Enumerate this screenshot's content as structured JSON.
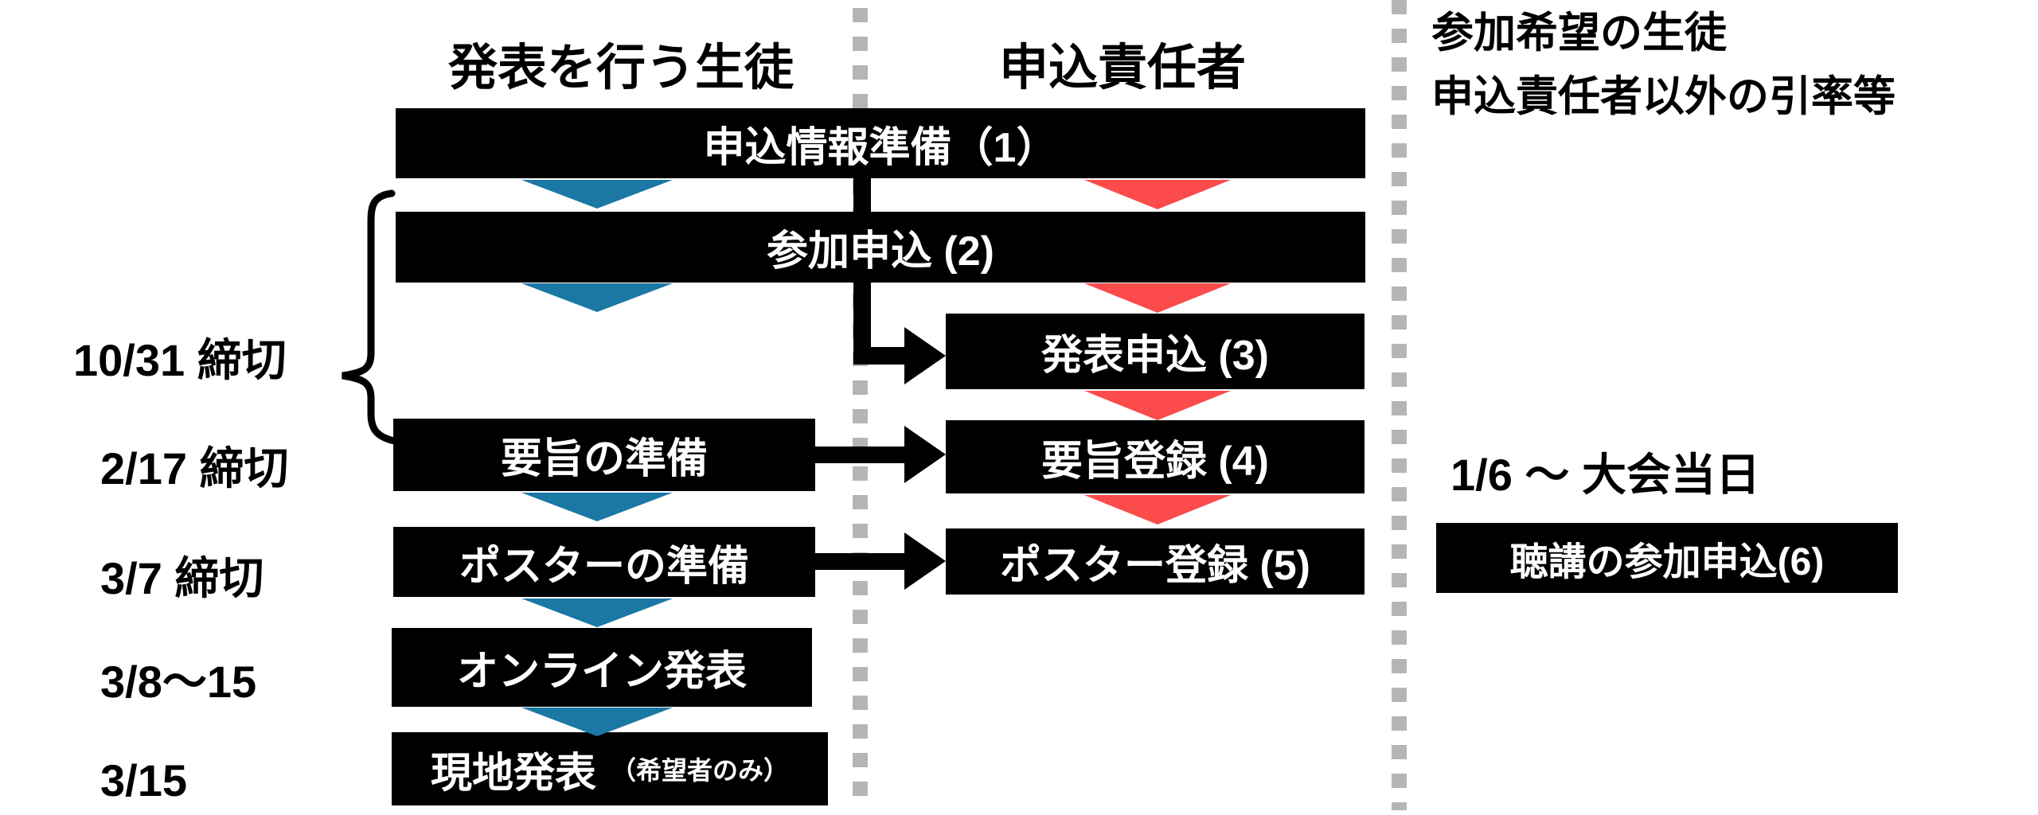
{
  "headers": {
    "presenters": "発表を行う生徒",
    "manager": "申込責任者",
    "audience_line1": "参加希望の生徒",
    "audience_line2": "申込責任者以外の引率等"
  },
  "steps": {
    "prepare_info": "申込情報準備（1）",
    "participation_apply": "参加申込 (2)",
    "presentation_apply": "発表申込 (3)",
    "abstract_prepare": "要旨の準備",
    "abstract_register": "要旨登録 (4)",
    "poster_prepare": "ポスターの準備",
    "poster_register": "ポスター登録 (5)",
    "online_presentation": "オンライン発表",
    "onsite_presentation": "現地発表",
    "onsite_note": "（希望者のみ）",
    "audience_apply": "聴講の参加申込(6)"
  },
  "deadlines": {
    "row23": "10/31 締切",
    "row4": "2/17 締切",
    "row5": "3/7 締切",
    "row6": "3/8〜15",
    "row7": "3/15",
    "audience_period": "1/6 〜 大会当日"
  },
  "colors": {
    "box_black": "#000000",
    "box_text_white": "#FFFFFF",
    "flow_blue": "#1B77A4",
    "flow_red": "#FB4B4B",
    "divider_gray": "#B5B5B5"
  }
}
